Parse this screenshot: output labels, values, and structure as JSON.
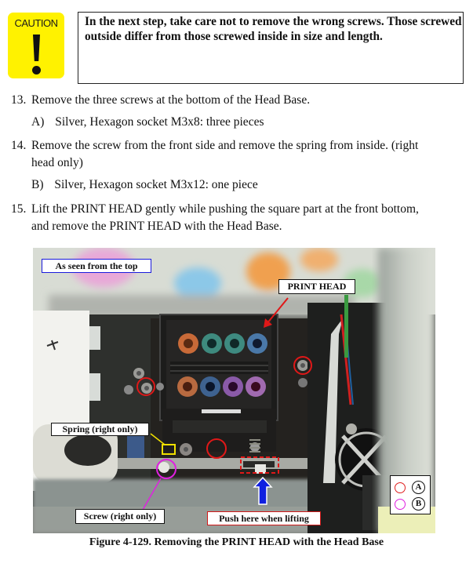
{
  "caution": {
    "icon_label": "CAUTION",
    "icon_color": "#fff200",
    "text": "In the next step, take care not to remove the wrong screws. Those screwed outside differ from those screwed inside in size and length."
  },
  "steps": [
    {
      "number": "13.",
      "text": "Remove the three screws at the bottom of the Head Base.",
      "sub": {
        "label": "A)",
        "text": "Silver, Hexagon socket M3x8: three pieces"
      }
    },
    {
      "number": "14.",
      "text_line1": "Remove the screw from the front side and remove the spring from inside. (right",
      "text_line2": "head only)",
      "sub": {
        "label": "B)",
        "text": "Silver, Hexagon socket M3x12: one piece"
      }
    },
    {
      "number": "15.",
      "text_line1": "Lift the PRINT HEAD gently while pushing the square part at the front bottom,",
      "text_line2": "and remove the PRINT HEAD with the Head Base."
    }
  ],
  "figure": {
    "labels": {
      "view": "As seen from the top",
      "print_head": "PRINT HEAD",
      "spring": "Spring (right only)",
      "screw": "Screw (right only)",
      "push": "Push here when lifting"
    },
    "legend": [
      {
        "color": "#e02020",
        "letter": "A"
      },
      {
        "color": "#e020e0",
        "letter": "B"
      }
    ],
    "caption": "Figure 4-129.  Removing the PRINT HEAD with the Head Base"
  }
}
